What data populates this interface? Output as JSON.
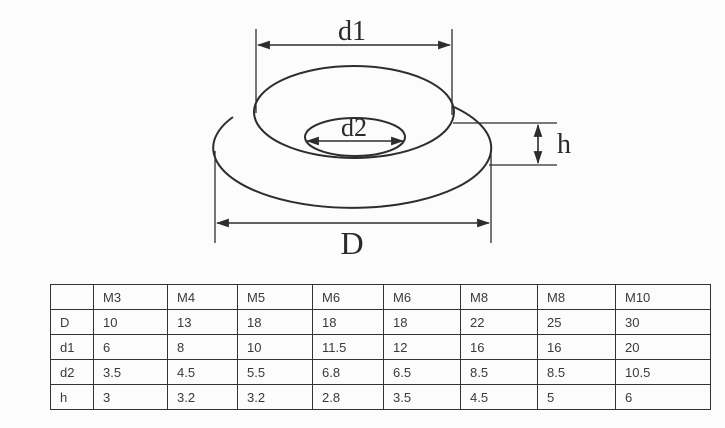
{
  "diagram": {
    "title": "countersunk-finishing-washer-dimension-drawing",
    "labels": {
      "d1": "d1",
      "d2": "d2",
      "D": "D",
      "h": "h"
    }
  },
  "table": {
    "columns": [
      "",
      "M3",
      "M4",
      "M5",
      "M6",
      "M6",
      "M8",
      "M8",
      "M10"
    ],
    "rows": [
      {
        "label": "D",
        "values": [
          "10",
          "13",
          "18",
          "18",
          "18",
          "22",
          "25",
          "30"
        ]
      },
      {
        "label": "d1",
        "values": [
          "6",
          "8",
          "10",
          "11.5",
          "12",
          "16",
          "16",
          "20"
        ]
      },
      {
        "label": "d2",
        "values": [
          "3.5",
          "4.5",
          "5.5",
          "6.8",
          "6.5",
          "8.5",
          "8.5",
          "10.5"
        ]
      },
      {
        "label": "h",
        "values": [
          "3",
          "3.2",
          "3.2",
          "2.8",
          "3.5",
          "4.5",
          "5",
          "6"
        ]
      }
    ]
  },
  "colors": {
    "line": "#2d2d2d",
    "table_border": "#333333",
    "text": "#3a3a3a",
    "background": "#fcfcfc"
  }
}
